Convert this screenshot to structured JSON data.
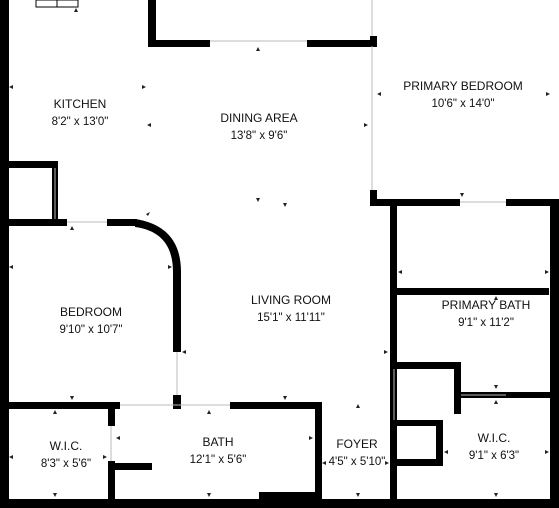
{
  "rooms": {
    "kitchen": {
      "name": "KITCHEN",
      "dims": "8'2\" x 13'0\""
    },
    "dining": {
      "name": "DINING AREA",
      "dims": "13'8\" x 9'6\""
    },
    "primary_bedroom": {
      "name": "PRIMARY BEDROOM",
      "dims": "10'6\" x 14'0\""
    },
    "bedroom": {
      "name": "BEDROOM",
      "dims": "9'10\" x 10'7\""
    },
    "living": {
      "name": "LIVING ROOM",
      "dims": "15'1\" x 11'11\""
    },
    "primary_bath": {
      "name": "PRIMARY BATH",
      "dims": "9'1\" x 11'2\""
    },
    "wic_left": {
      "name": "W.I.C.",
      "dims": "8'3\" x 5'6\""
    },
    "bath": {
      "name": "BATH",
      "dims": "12'1\" x 5'6\""
    },
    "foyer": {
      "name": "FOYER",
      "dims": "4'5\" x 5'10\""
    },
    "wic_right": {
      "name": "W.I.C.",
      "dims": "9'1\" x 6'3\""
    }
  },
  "colors": {
    "wall": "#000000",
    "background": "#ffffff",
    "text": "#111111"
  }
}
